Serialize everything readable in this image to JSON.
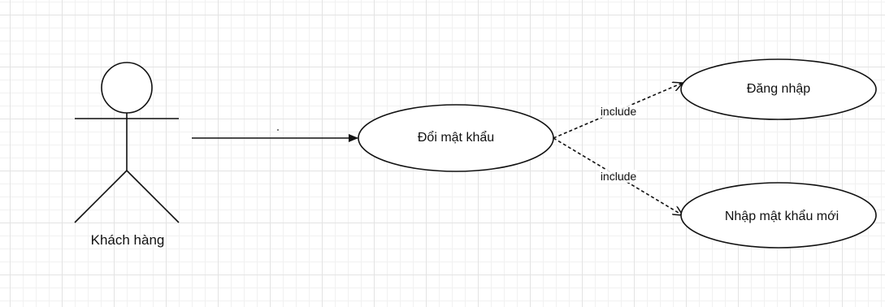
{
  "actor": {
    "name": "Khách hàng"
  },
  "use_cases": {
    "main": "Đổi mật khẩu",
    "login": "Đăng nhập",
    "new_password": "Nhập mật khẩu mới"
  },
  "relations": {
    "include_login": "include",
    "include_new_password": "include"
  },
  "colors": {
    "line": "#111111",
    "grid_major": "#e3e3e3",
    "grid_minor": "#f1f1f1"
  }
}
